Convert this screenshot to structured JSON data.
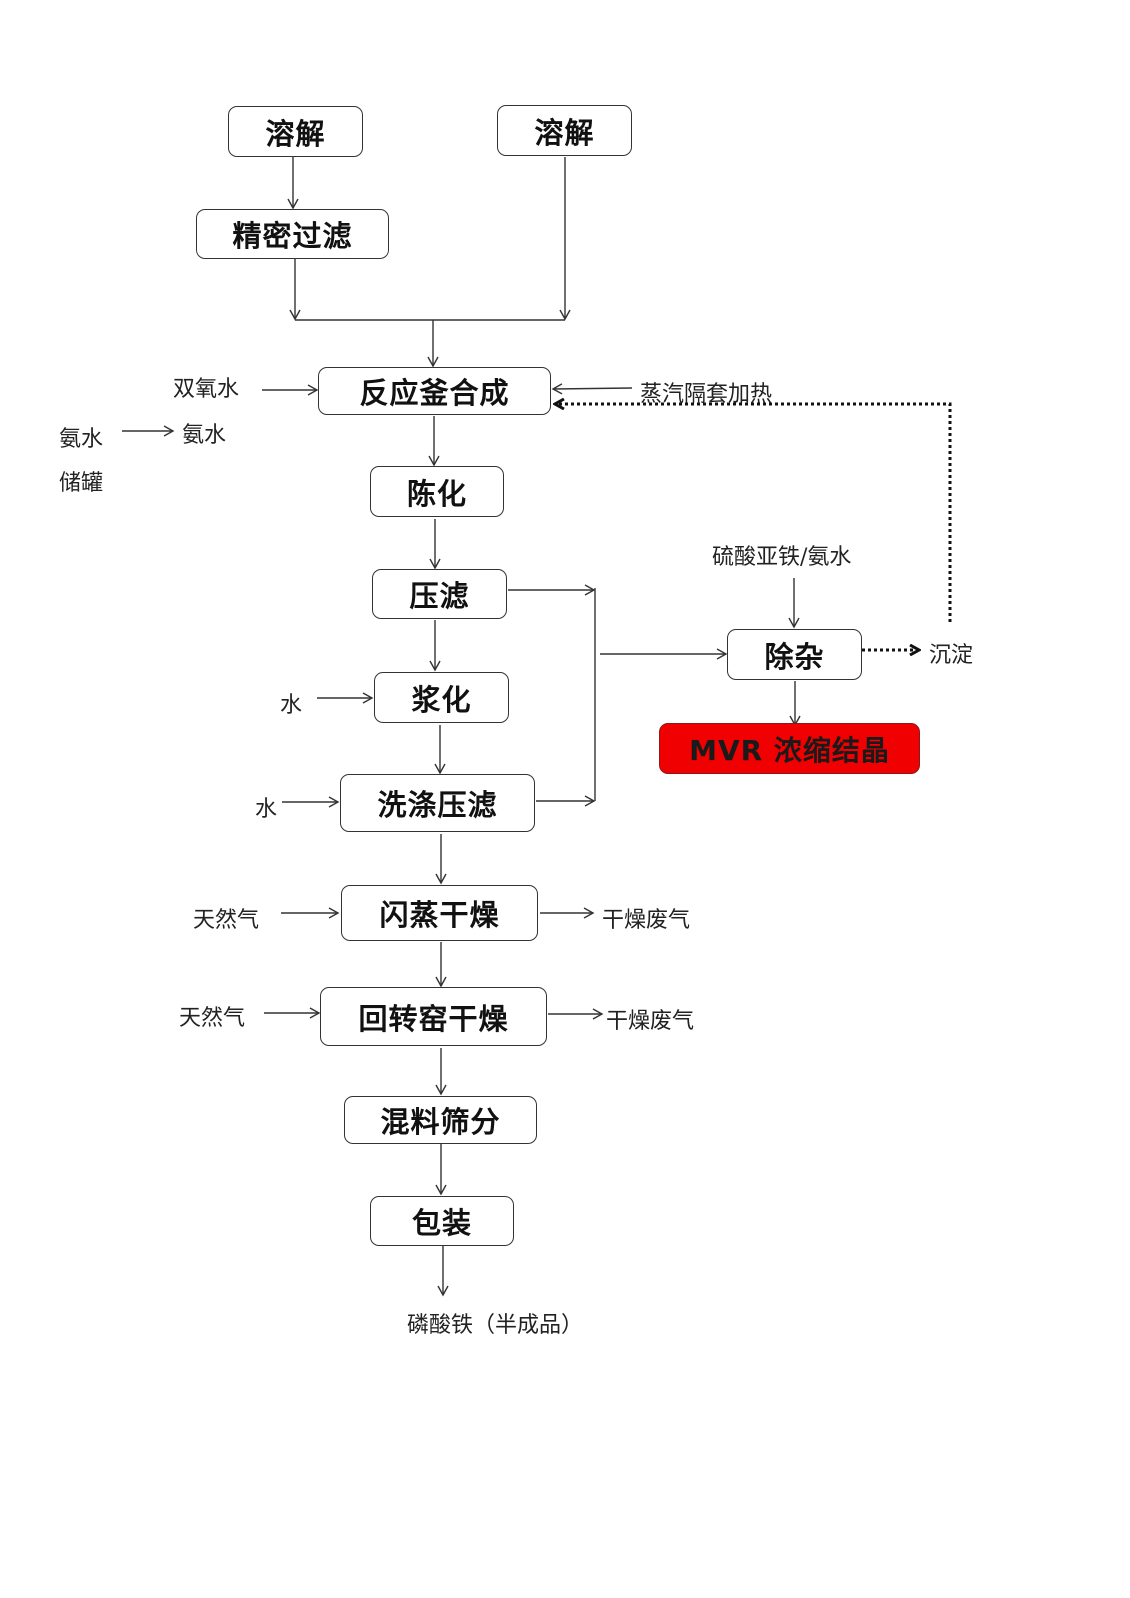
{
  "diagram": {
    "type": "process-flowchart",
    "nodes": {
      "dissolve_a": "溶解",
      "dissolve_b": "溶解",
      "precision_filter": "精密过滤",
      "reactor_synthesis": "反应釜合成",
      "aging": "陈化",
      "press_filter": "压滤",
      "slurry": "浆化",
      "wash_press_filter": "洗涤压滤",
      "flash_dry": "闪蒸干燥",
      "rotary_kiln_dry": "回转窑干燥",
      "mix_sieve": "混料筛分",
      "packaging": "包装",
      "impurity_removal": "除杂",
      "mvr_crystallization": "MVR 浓缩结晶"
    },
    "labels": {
      "hydrogen_peroxide": "双氧水",
      "ammonia_tank_line1": "氨水",
      "ammonia_tank_line2": "储罐",
      "ammonia": "氨水",
      "steam_jacket": "蒸汽隔套加热",
      "ferrous_ammonia": "硫酸亚铁/氨水",
      "precipitate": "沉淀",
      "water_1": "水",
      "water_2": "水",
      "natural_gas_1": "天然气",
      "natural_gas_2": "天然气",
      "exhaust_1": "干燥废气",
      "exhaust_2": "干燥废气",
      "product": "磷酸铁（半成品）"
    },
    "colors": {
      "highlight": "#f00000",
      "line": "#333333"
    }
  }
}
